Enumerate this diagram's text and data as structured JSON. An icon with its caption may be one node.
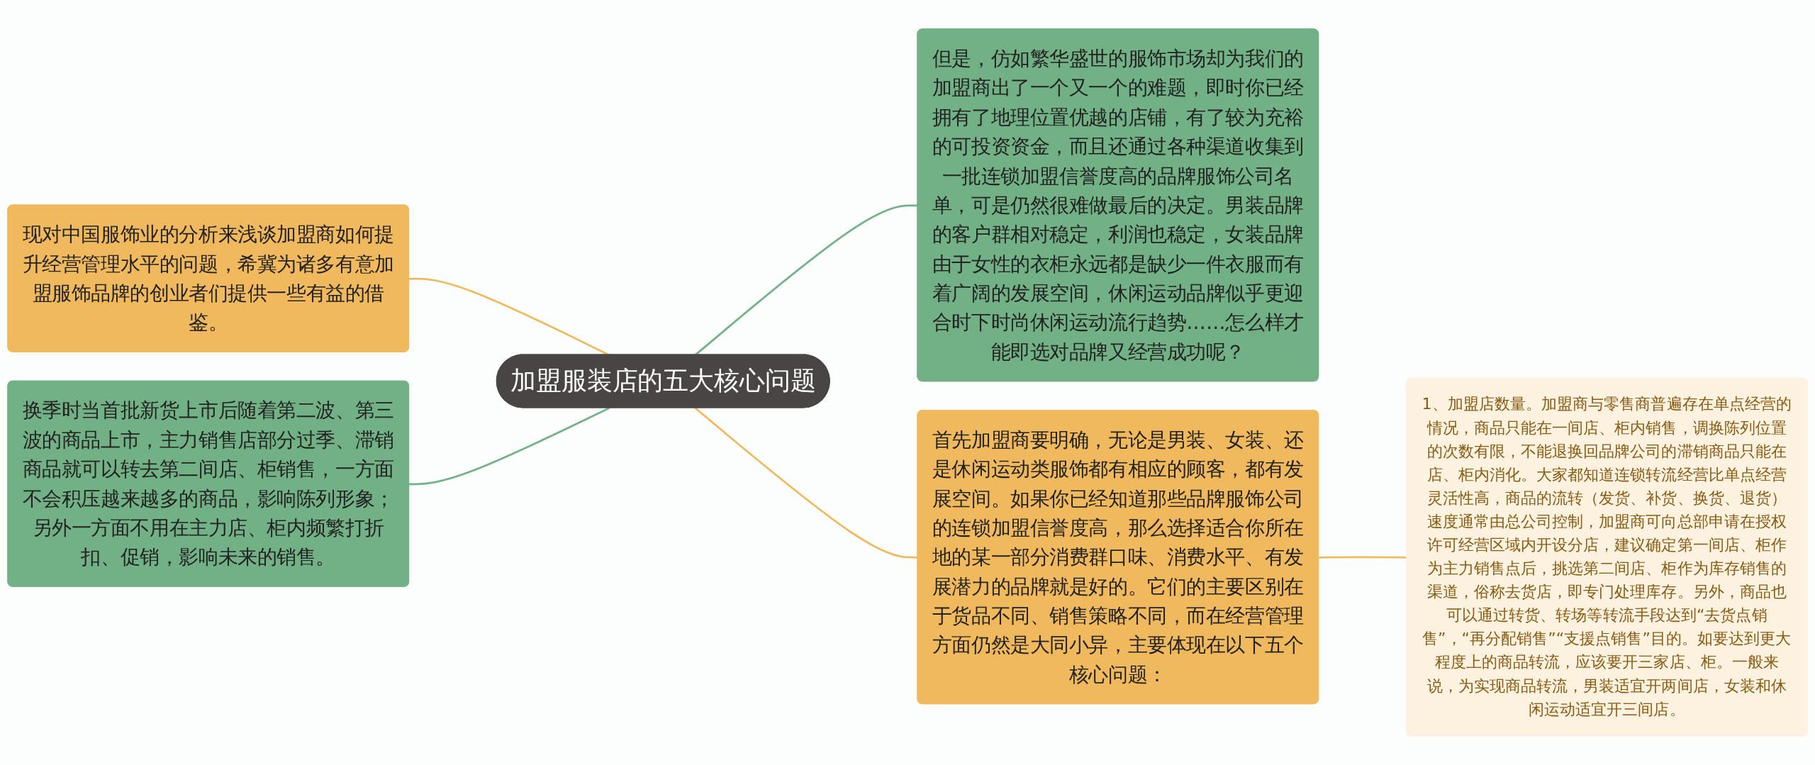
{
  "diagram": {
    "nodes": [
      {
        "text": [
          "现对中国服饰业的分析来浅谈加盟商如何提升经营管理水平的问题，希冀为诸多有意加盟服饰品牌的创业者们提供一些有益的借鉴。"
        ]
      },
      {
        "text": [
          "换季时当首批新货上市后随着第二波、第三波的商品上市，主力销售店部分过季、滞销商品就可以转去第二间店、柜销售，一方面不会积压越来越多的商品，影响陈列形象；另外一方面不用在主力店、柜内频繁打折扣、促销，影响未来的销售。"
        ]
      },
      {
        "text": [
          "加盟服装店的五大核心问题"
        ]
      },
      {
        "text": [
          "但是，仿如繁华盛世的服饰市场却为我们的加盟商出了一个又一个的难题，即时你已经拥有了地理位置优越的店铺，有了较为充裕的可投资资金，而且还通过各种渠道收集到一批连锁加盟信誉度高的品牌服饰公司名单，可是仍然很难做最后的决定。男装品牌的客户群相对稳定，利润也稳定，女装品牌由于女性的衣柜永远都是缺少一件衣服而有着广阔的发展空间，休闲运动品牌似乎更迎合时下时尚休闲运动流行趋势……怎么样才能即选对品牌又经营成功呢？"
        ]
      },
      {
        "text": [
          "首先加盟商要明确，无论是男装、女装、还是休闲运动类服饰都有相应的顾客，都有发展空间。如果你已经知道那些品牌服饰公司的连锁加盟信誉度高，那么选择适合你所在地的某一部分消费群口味、消费水平、有发展潜力的品牌就是好的。它们的主要区别在于货品不同、销售策略不同，而在经营管理方面仍然是大同小异，主要体现在以下五个核心问题："
        ]
      },
      {
        "text": [
          "1、加盟店数量。加盟商与零售商普遍存在单点经营的情况，商品只能在一间店、柜内销售，调换陈列位置的次数有限，不能退换回品牌公司的滞销商品只能在店、柜内消化。大家都知道连锁转流经营比单点经营灵活性高，商品的流转（发货、补货、换货、退货）速度通常由总公司控制，加盟商可向总部申请在授权许可经营区域内开设分店，建议确定第一间店、柜作为主力销售点后，挑选第二间店、柜作为库存销售的渠道，俗称去货店，即专门处理库存。另外，商品也可以通过转货、转场等转流手段达到“去货点销售”，“再分配销售”“支援点销售”目的。如要达到更大程度上的商品转流，应该要开三家店、柜。一般来说，为实现商品转流，男装适宜开两间店，女装和休闲运动适宜开三间店。"
        ]
      }
    ],
    "edges": [
      {
        "from": 0,
        "to": 2,
        "arrow": "none"
      },
      {
        "from": 1,
        "to": 2,
        "arrow": "none",
        "color": "#72b086"
      },
      {
        "from": 2,
        "to": 3,
        "arrow": "none",
        "color": "#72b086"
      },
      {
        "from": 2,
        "to": 4,
        "arrow": "none"
      },
      {
        "from": 4,
        "to": 5,
        "arrow": "none"
      }
    ]
  }
}
